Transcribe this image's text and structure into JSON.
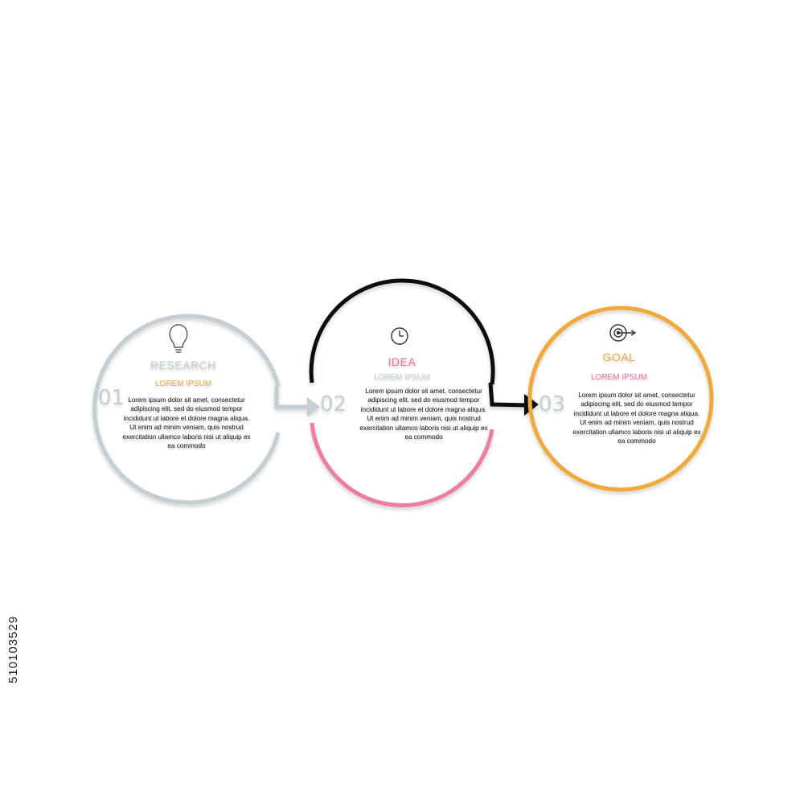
{
  "steps": [
    {
      "number": "01",
      "title": "RESEARCH",
      "subtitle": "LOREM IPSUM",
      "body": "Lorem ipsum dolor sit amet, consectetur adipiscing elit, sed do eiusmod tempor incididunt ut labore et dolore magna aliqua. Ut enim ad minim veniam, quis nostrud exercitation ullamco laboris nisi ut aliquip ex ea commodo",
      "icon": "lightbulb-icon",
      "colors": {
        "ring_top": "#c5ced3",
        "ring_bottom": "#c5ced3",
        "title": "#c5ced3",
        "subtitle": "#f2a93b",
        "number": "#c5ced3"
      }
    },
    {
      "number": "02",
      "title": "IDEA",
      "subtitle": "LOREM IPSUM",
      "body": "Lorem ipsum dolor sit amet, consectetur adipiscing elit, sed do eiusmod tempor incididunt ut labore et dolore magna aliqua. Ut enim ad minim veniam, quis nostrud exercitation ullamco laboris nisi ut aliquip ex ea commodo",
      "icon": "clock-icon",
      "colors": {
        "ring_top": "#111111",
        "ring_bottom": "#ef7ba5",
        "title": "#ef6e9c",
        "subtitle": "#c5ced3",
        "number": "#c5ced3"
      }
    },
    {
      "number": "03",
      "title": "GOAL",
      "subtitle": "LOREM IPSUM",
      "body": "Lorem ipsum dolor sit amet, consectetur adipiscing elit, sed do eiusmod tempor incididunt ut labore et dolore magna aliqua. Ut enim ad minim veniam, quis nostrud exercitation ullamco laboris nisi ut aliquip ex ea commodo",
      "icon": "target-icon",
      "colors": {
        "ring_top": "#f2a93b",
        "ring_bottom": "#f2a93b",
        "title": "#f2a93b",
        "subtitle": "#ef6e9c",
        "number": "#c5ced3"
      }
    }
  ],
  "watermark": "510103529"
}
